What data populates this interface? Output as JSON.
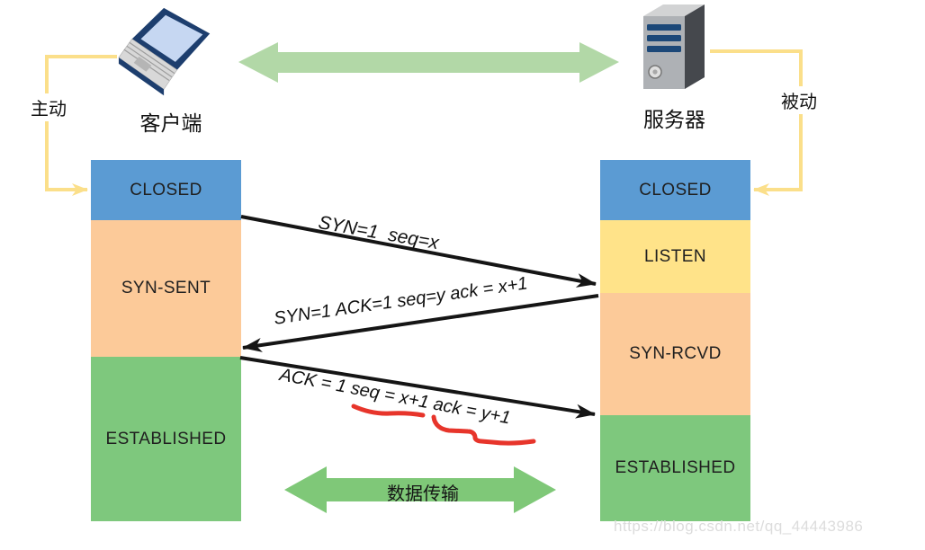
{
  "client": {
    "device_label": "客户端",
    "role_label": "主动"
  },
  "server": {
    "device_label": "服务器",
    "role_label": "被动"
  },
  "client_states": [
    {
      "label": "CLOSED",
      "color": "#5b9bd3"
    },
    {
      "label": "SYN-SENT",
      "color": "#fcca99"
    },
    {
      "label": "ESTABLISHED",
      "color": "#7ec87d"
    }
  ],
  "server_states": [
    {
      "label": "CLOSED",
      "color": "#5b9bd3"
    },
    {
      "label": "LISTEN",
      "color": "#ffe389"
    },
    {
      "label": "SYN-RCVD",
      "color": "#fcca99"
    },
    {
      "label": "ESTABLISHED",
      "color": "#7ec87d"
    }
  ],
  "messages": [
    {
      "label": "SYN=1  seq=x",
      "from": "client",
      "to": "server"
    },
    {
      "label": "SYN=1 ACK=1 seq=y ack = x+1",
      "from": "server",
      "to": "client"
    },
    {
      "label": "ACK = 1 seq = x+1 ack = y+1",
      "from": "client",
      "to": "server"
    }
  ],
  "data_transfer_label": "数据传输",
  "watermark": "https://blog.csdn.net/qq_44443986",
  "colors": {
    "link_arrow": "#b2d8a7",
    "data_arrow": "#7fc878",
    "role_connector": "#fbdf8a",
    "message_arrow": "#151515",
    "annotation": "#e7352b"
  }
}
